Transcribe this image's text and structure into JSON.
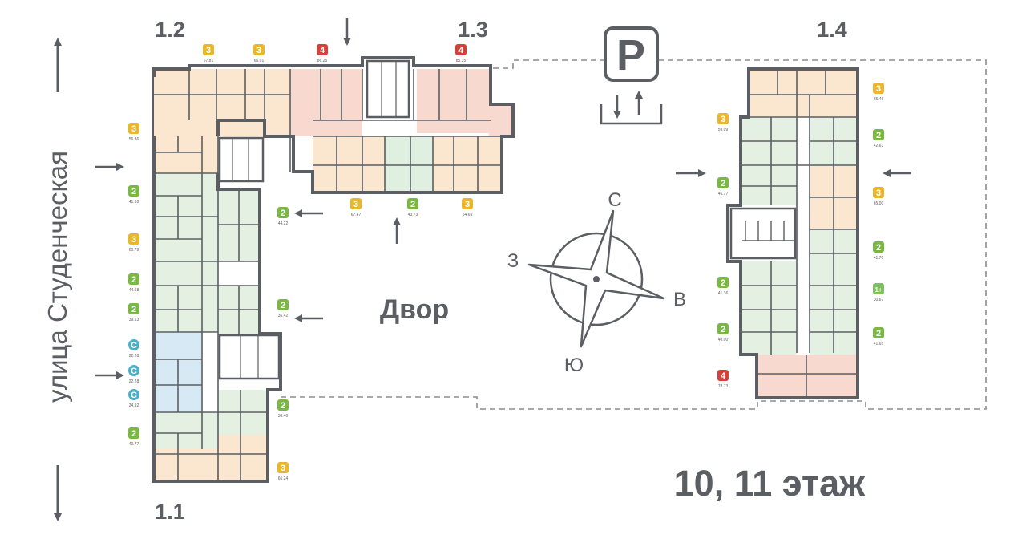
{
  "street": "улица Студенческая",
  "courtyard": "Двор",
  "floor_title": "10, 11 этаж",
  "parking": {
    "symbol": "P"
  },
  "compass": {
    "north": "С",
    "south": "Ю",
    "east": "В",
    "west": "З"
  },
  "sections": {
    "s11": "1.1",
    "s12": "1.2",
    "s13": "1.3",
    "s14": "1.4"
  },
  "colors": {
    "wall": "#5b5e63",
    "studio": "#d6e9f4",
    "one_room": "#dff0e0",
    "two_room": "#e4f0e2",
    "three_room": "#fbe7cf",
    "four_room": "#f8d9cf",
    "badge_studio": "#4ab0c6",
    "badge_one": "#7fbf5f",
    "badge_two": "#78b843",
    "badge_three": "#e8b72c",
    "badge_four": "#d4403a",
    "title": "#5b5e63"
  },
  "apartments": [
    {
      "rooms": "3",
      "area": "67.81"
    },
    {
      "rooms": "3",
      "area": "66.01"
    },
    {
      "rooms": "4",
      "area": "86.25"
    },
    {
      "rooms": "4",
      "area": "85.35"
    },
    {
      "rooms": "3",
      "area": "56.36"
    },
    {
      "rooms": "2",
      "area": "41.10"
    },
    {
      "rooms": "3",
      "area": "60.79"
    },
    {
      "rooms": "2",
      "area": "44.68"
    },
    {
      "rooms": "2",
      "area": "39.13"
    },
    {
      "rooms": "С",
      "area": "22.28"
    },
    {
      "rooms": "С",
      "area": "22.28"
    },
    {
      "rooms": "С",
      "area": "24.92"
    },
    {
      "rooms": "2",
      "area": "40.77"
    },
    {
      "rooms": "2",
      "area": "44.22"
    },
    {
      "rooms": "2",
      "area": "36.42"
    },
    {
      "rooms": "2",
      "area": "38.40"
    },
    {
      "rooms": "3",
      "area": "66.24"
    },
    {
      "rooms": "3",
      "area": "67.47"
    },
    {
      "rooms": "2",
      "area": "43.73"
    },
    {
      "rooms": "3",
      "area": "64.65"
    },
    {
      "rooms": "3",
      "area": "59.09"
    },
    {
      "rooms": "2",
      "area": "46.77"
    },
    {
      "rooms": "2",
      "area": "41.36"
    },
    {
      "rooms": "2",
      "area": "40.00"
    },
    {
      "rooms": "4",
      "area": "78.73"
    },
    {
      "rooms": "3",
      "area": "65.46"
    },
    {
      "rooms": "2",
      "area": "42.63"
    },
    {
      "rooms": "3",
      "area": "65.00"
    },
    {
      "rooms": "2",
      "area": "41.70"
    },
    {
      "rooms": "1+",
      "area": "30.67"
    },
    {
      "rooms": "2",
      "area": "41.65"
    }
  ]
}
